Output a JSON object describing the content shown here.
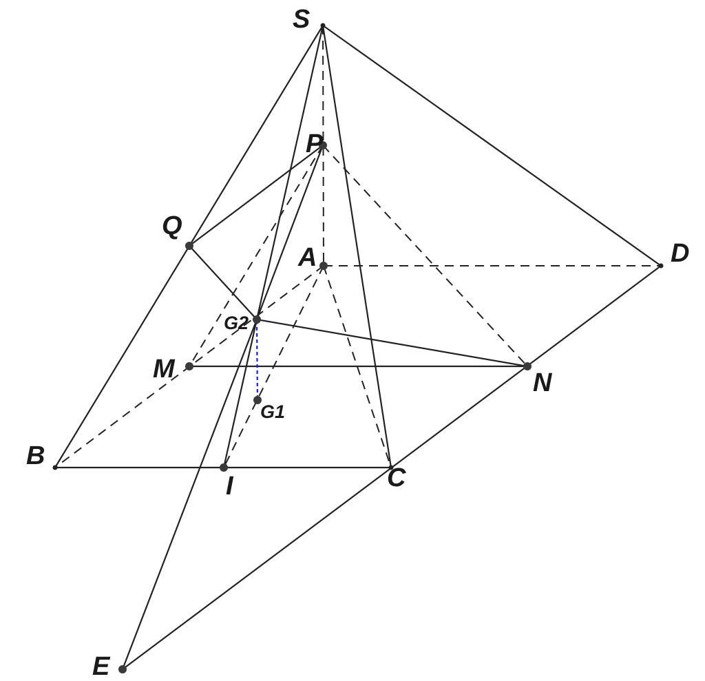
{
  "diagram": {
    "points": {
      "S": "S",
      "P": "P",
      "Q": "Q",
      "A": "A",
      "D": "D",
      "G2": "G2",
      "M": "M",
      "N": "N",
      "G1": "G1",
      "B": "B",
      "I": "I",
      "C": "C",
      "E": "E"
    },
    "colors": {
      "line": "#222222",
      "point": "#3a3a3a",
      "highlight": "#1a1aff"
    }
  }
}
